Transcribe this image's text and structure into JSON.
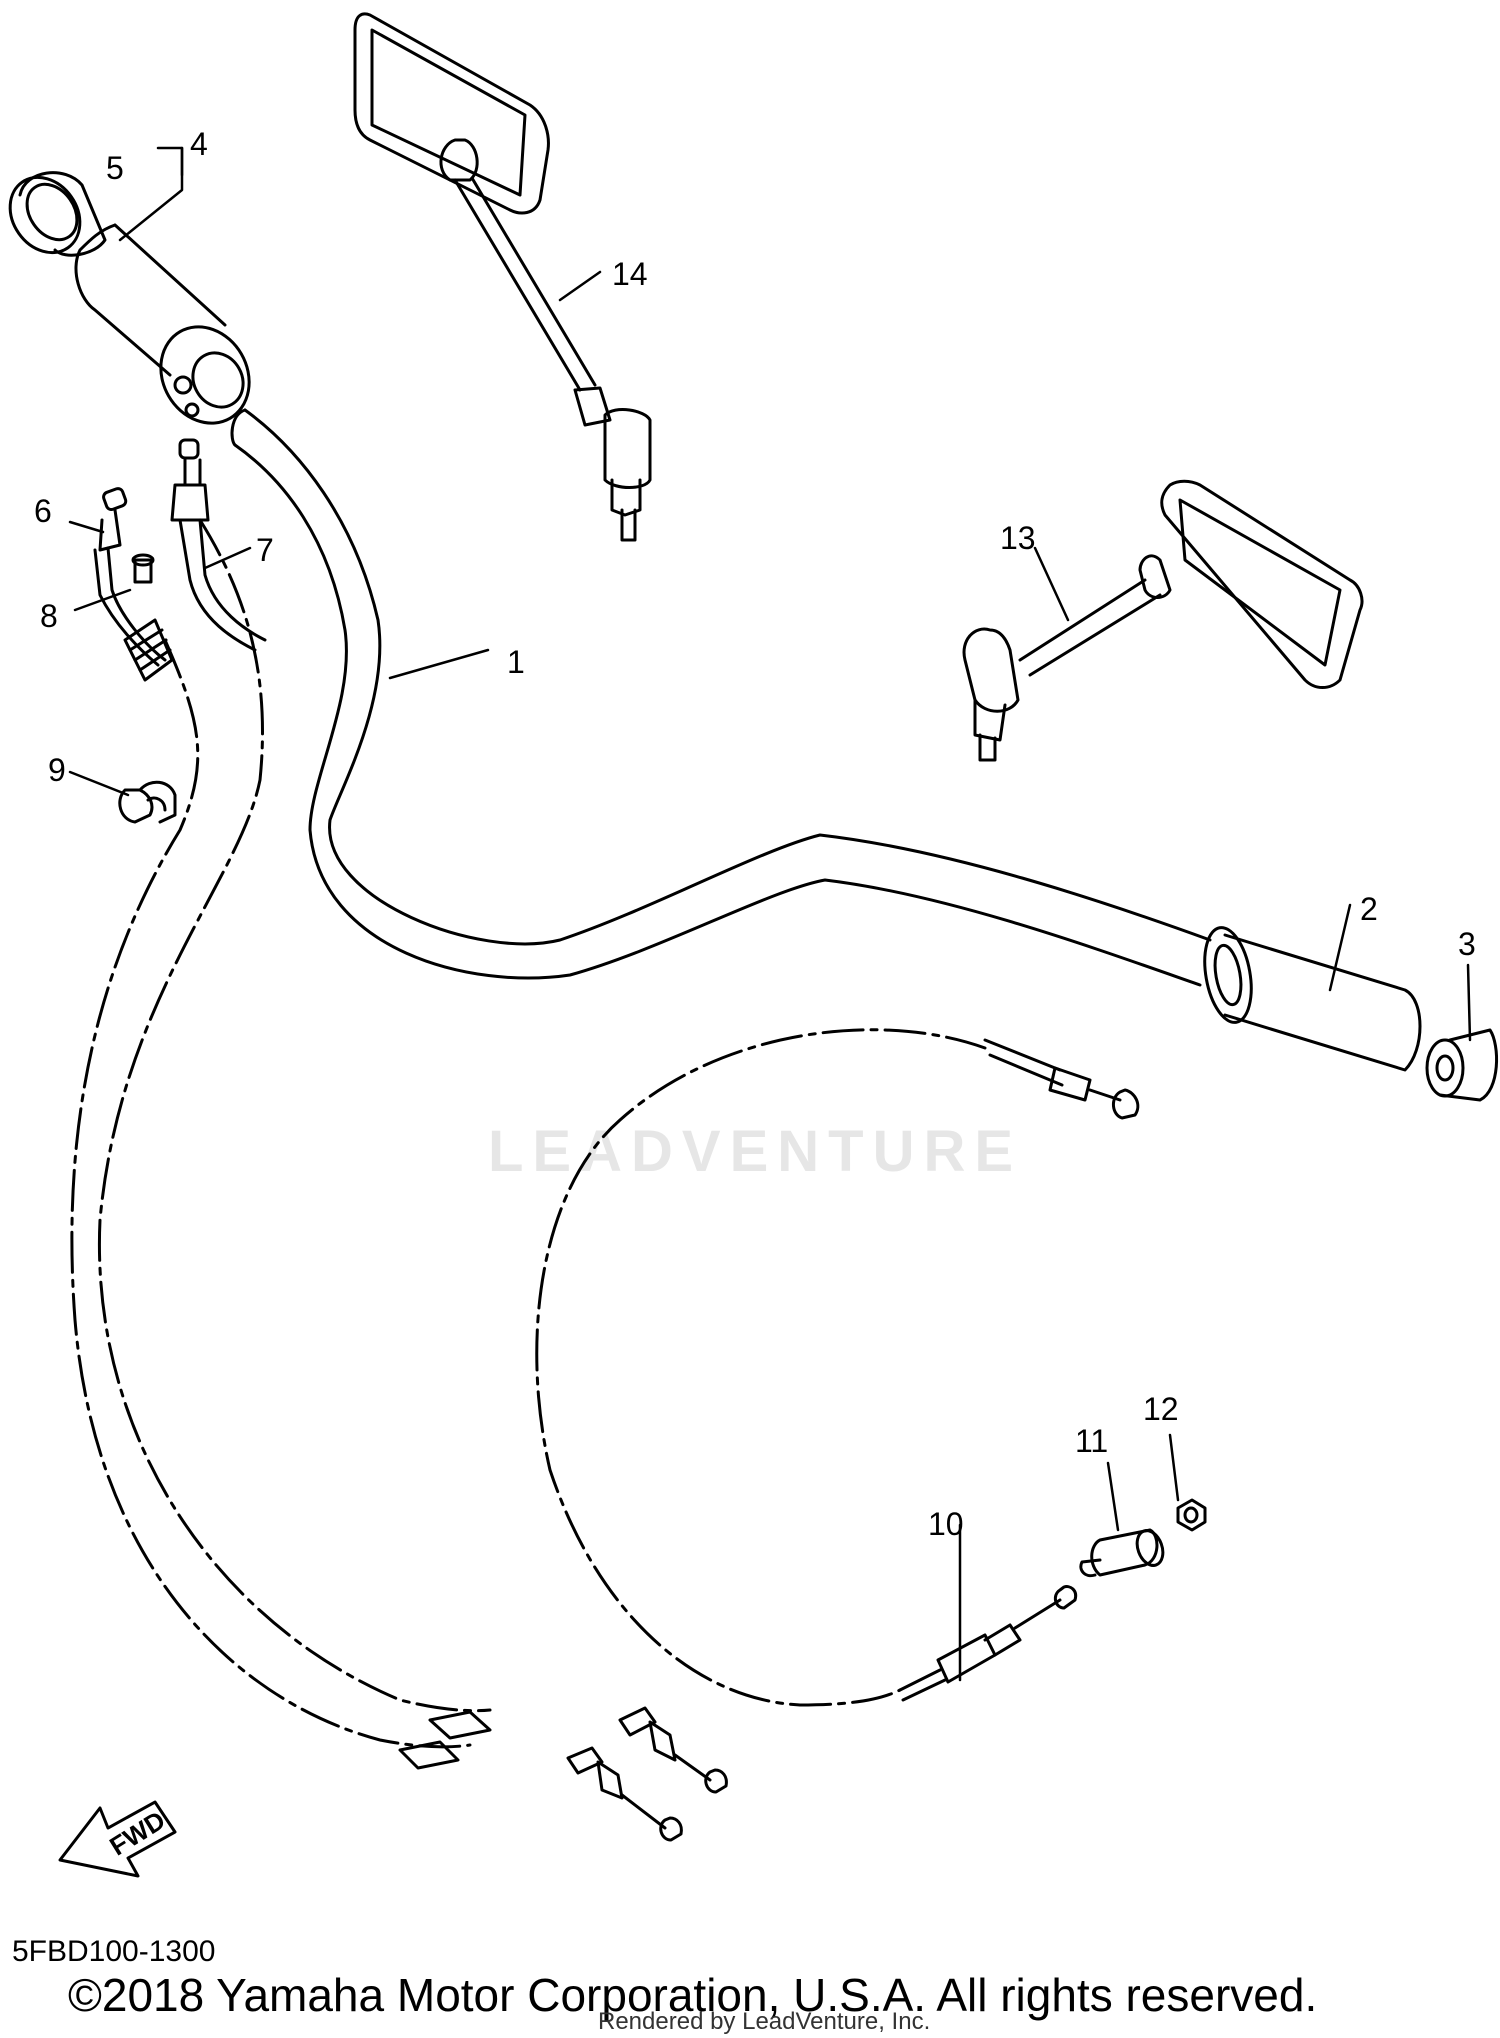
{
  "diagram": {
    "callouts": [
      {
        "id": "1",
        "label": "1"
      },
      {
        "id": "2",
        "label": "2"
      },
      {
        "id": "3",
        "label": "3"
      },
      {
        "id": "4",
        "label": "4"
      },
      {
        "id": "5",
        "label": "5"
      },
      {
        "id": "6",
        "label": "6"
      },
      {
        "id": "7",
        "label": "7"
      },
      {
        "id": "8",
        "label": "8"
      },
      {
        "id": "9",
        "label": "9"
      },
      {
        "id": "10",
        "label": "10"
      },
      {
        "id": "11",
        "label": "11"
      },
      {
        "id": "12",
        "label": "12"
      },
      {
        "id": "13",
        "label": "13"
      },
      {
        "id": "14",
        "label": "14"
      }
    ],
    "direction_arrow": "FWD",
    "diagram_code": "5FBD100-1300",
    "copyright": "©2018 Yamaha Motor Corporation, U.S.A. All rights reserved.",
    "rendered_by": "Rendered by LeadVenture, Inc.",
    "watermark": "LEADVENTURE"
  },
  "colors": {
    "line": "#000000",
    "background": "#ffffff",
    "watermark": "#e6e6e6"
  }
}
